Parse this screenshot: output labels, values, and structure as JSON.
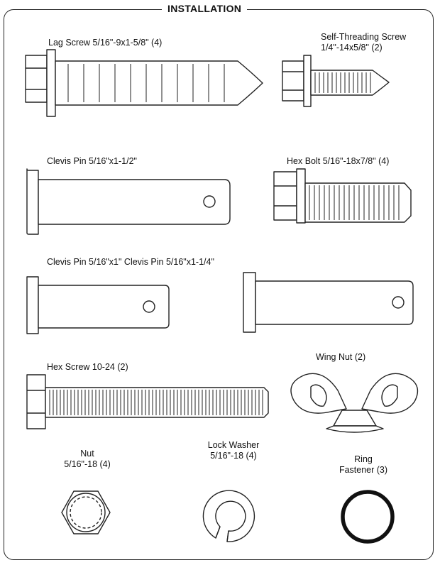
{
  "title": "INSTALLATION",
  "parts": {
    "lag_screw": "Lag Screw 5/16\"-9x1-5/8\" (4)",
    "self_threading_screw": [
      "Self-Threading Screw",
      "1/4\"-14x5/8\" (2)"
    ],
    "clevis_pin_1_1_2": "Clevis Pin 5/16\"x1-1/2\"",
    "hex_bolt": "Hex Bolt 5/16\"-18x7/8\" (4)",
    "clevis_pin_pair": "Clevis Pin 5/16\"x1\" Clevis Pin 5/16\"x1-1/4\"",
    "hex_screw": "Hex Screw 10-24 (2)",
    "wing_nut": "Wing Nut (2)",
    "nut": [
      "Nut",
      "5/16\"-18 (4)"
    ],
    "lock_washer": [
      "Lock Washer",
      "5/16\"-18 (4)"
    ],
    "ring_fastener": [
      "Ring",
      "Fastener (3)"
    ]
  }
}
